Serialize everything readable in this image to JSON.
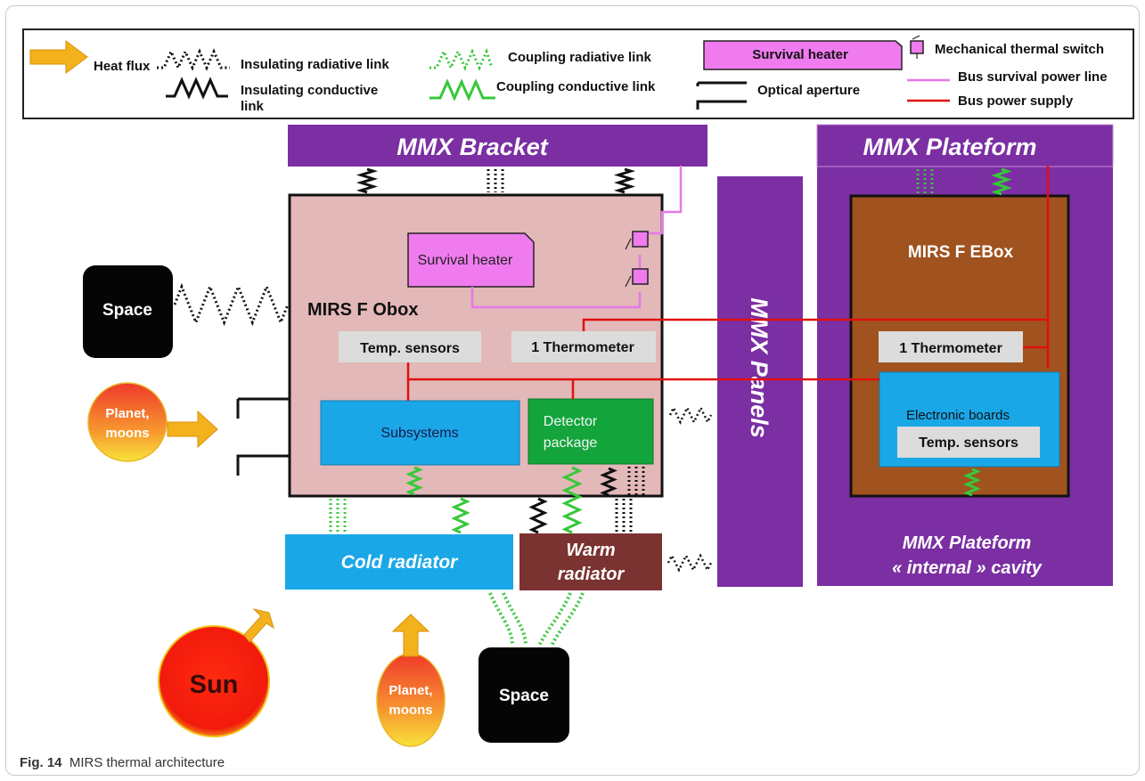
{
  "legend": {
    "heat_flux": "Heat flux",
    "insulating_radiative": "Insulating radiative link",
    "insulating_conductive_1": "Insulating conductive",
    "insulating_conductive_2": "link",
    "coupling_radiative": "Coupling radiative link",
    "coupling_conductive": "Coupling conductive link",
    "survival_heater": "Survival heater",
    "optical_aperture": "Optical aperture",
    "mech_switch": "Mechanical thermal switch",
    "bus_survival": "Bus survival power line",
    "bus_power": "Bus power supply"
  },
  "blocks": {
    "mmx_bracket": "MMX Bracket",
    "mmx_plateform": "MMX Plateform",
    "mmx_panels": "MMX Panels",
    "obox": "MIRS F Obox",
    "survival_heater": "Survival heater",
    "temp_sensors_obox": "Temp. sensors",
    "thermometer_obox": "1 Thermometer",
    "subsystems": "Subsystems",
    "detector_1": "Detector",
    "detector_2": "package",
    "ebox": "MIRS F EBox",
    "thermometer_ebox": "1 Thermometer",
    "electronic_boards": "Electronic boards",
    "temp_sensors_ebox": "Temp. sensors",
    "cold_radiator": "Cold radiator",
    "warm_radiator_1": "Warm",
    "warm_radiator_2": "radiator",
    "cavity_1": "MMX Plateform",
    "cavity_2": "« internal » cavity",
    "space_left": "Space",
    "space_bottom": "Space",
    "planet_left_1": "Planet,",
    "planet_left_2": "moons",
    "planet_bottom_1": "Planet,",
    "planet_bottom_2": "moons",
    "sun": "Sun"
  },
  "caption": {
    "label": "Fig. 14",
    "text": "MIRS thermal architecture"
  },
  "colors": {
    "purple": "#7b2fa3",
    "obox_fill": "#e3b8b8",
    "ebox_fill": "#a0521f",
    "blue": "#1aa7e8",
    "detector_green": "#13a53c",
    "warm_radiator": "#7a3330",
    "heater_magenta": "#f07bef",
    "red_line": "#e01010",
    "pink_line": "#e878e8",
    "arrow_orange": "#f3b21b",
    "link_green": "#37c83a"
  }
}
